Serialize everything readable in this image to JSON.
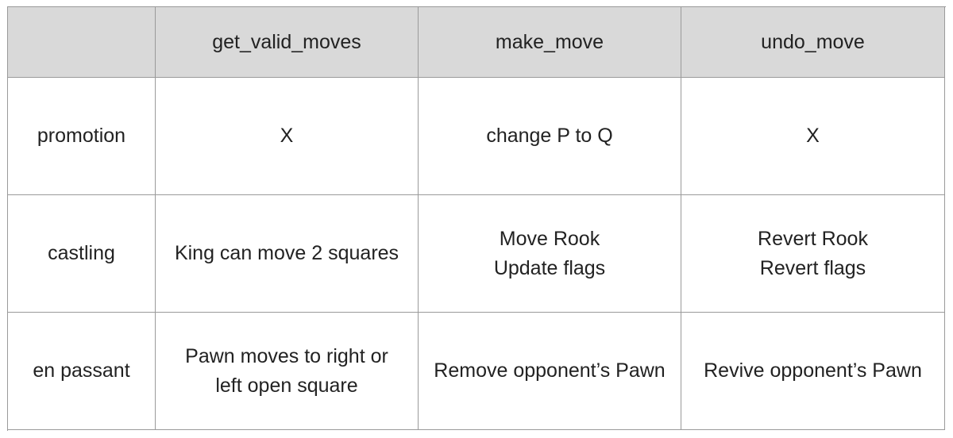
{
  "columns": [
    "",
    "get_valid_moves",
    "make_move",
    "undo_move"
  ],
  "rows": [
    {
      "label": "promotion",
      "cells": [
        [
          "X"
        ],
        [
          "change P to Q"
        ],
        [
          "X"
        ]
      ]
    },
    {
      "label": "castling",
      "cells": [
        [
          "King can move 2 squares"
        ],
        [
          "Move Rook",
          "Update flags"
        ],
        [
          "Revert Rook",
          "Revert flags"
        ]
      ]
    },
    {
      "label": "en passant",
      "cells": [
        [
          "Pawn moves to right or",
          "left open square"
        ],
        [
          "Remove opponent’s Pawn"
        ],
        [
          "Revive opponent’s Pawn"
        ]
      ]
    }
  ],
  "colors": {
    "header_background": "#d9d9d9",
    "border": "#9a9a9a",
    "text": "#222222"
  }
}
